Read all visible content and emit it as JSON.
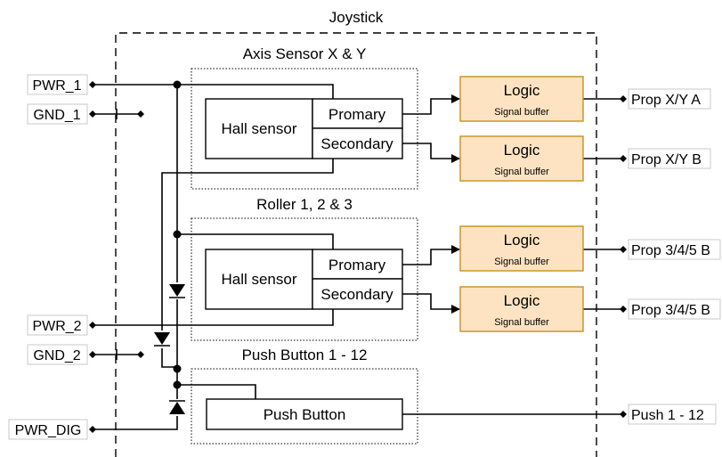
{
  "joystick": {
    "title": "Joystick"
  },
  "groups": {
    "axis": {
      "title": "Axis Sensor X & Y"
    },
    "roller": {
      "title": "Roller 1, 2 & 3"
    },
    "push": {
      "title": "Push Button 1 - 12"
    }
  },
  "sensors": {
    "axis": {
      "hall": "Hall sensor",
      "primary": "Promary",
      "secondary": "Secondary"
    },
    "roller": {
      "hall": "Hall sensor",
      "primary": "Promary",
      "secondary": "Secondary"
    }
  },
  "push_button": {
    "label": "Push Button"
  },
  "logic_blocks": [
    {
      "title": "Logic",
      "subtitle": "Signal buffer"
    },
    {
      "title": "Logic",
      "subtitle": "Signal buffer"
    },
    {
      "title": "Logic",
      "subtitle": "Signal buffer"
    },
    {
      "title": "Logic",
      "subtitle": "Signal buffer"
    }
  ],
  "inputs": {
    "pwr1": "PWR_1",
    "gnd1": "GND_1",
    "pwr2": "PWR_2",
    "gnd2": "GND_2",
    "pwrdig": "PWR_DIG"
  },
  "outputs": {
    "out1": "Prop X/Y A",
    "out2": "Prop X/Y B",
    "out3": "Prop 3/4/5 B",
    "out4": "Prop 3/4/5 B",
    "out5": "Push 1 - 12"
  },
  "colors": {
    "logic_fill": "#fde3c1",
    "logic_border": "#c8901e"
  }
}
